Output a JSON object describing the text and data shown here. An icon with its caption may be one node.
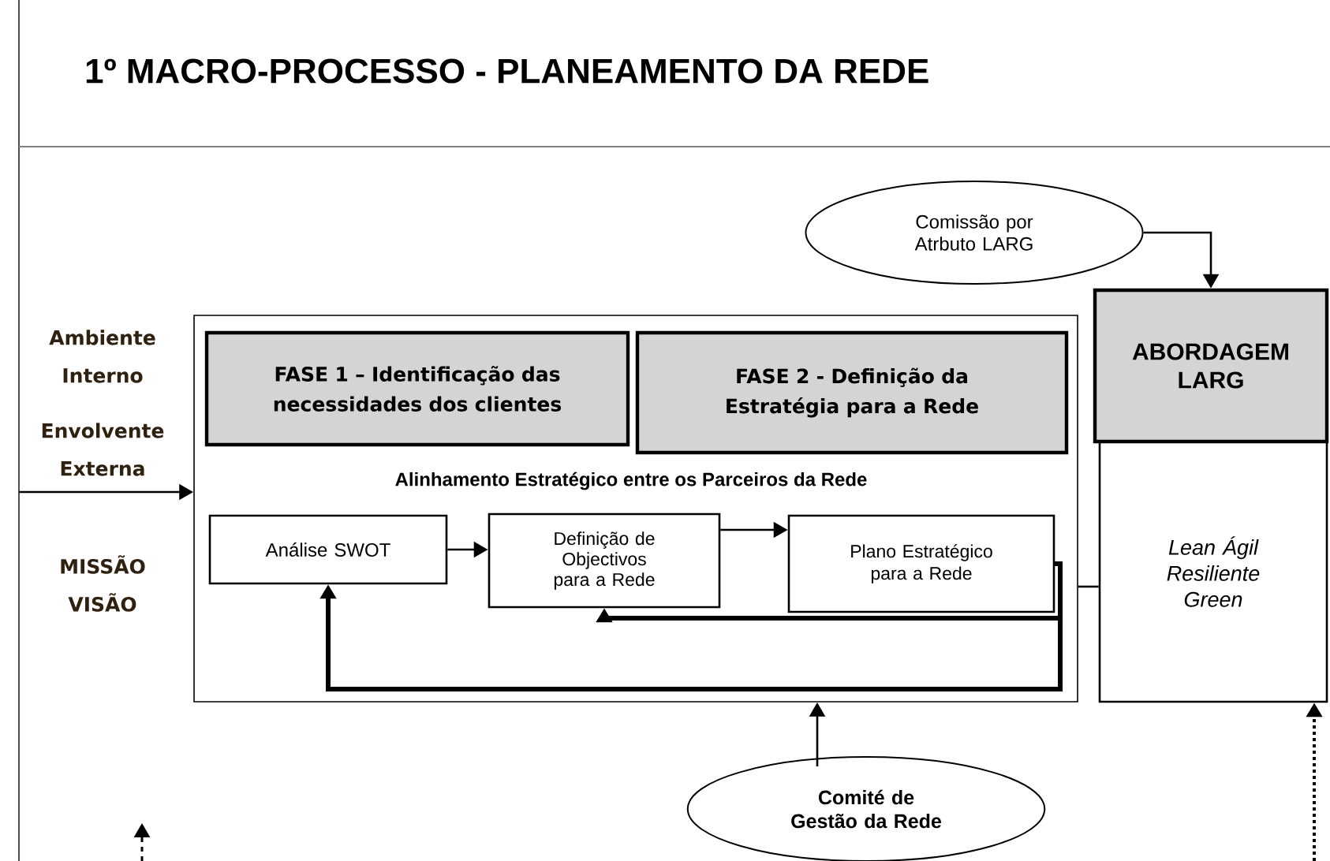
{
  "diagram": {
    "title": "1º MACRO-PROCESSO - PLANEAMENTO DA REDE",
    "nodes": [
      {
        "text": [
          "Alinhamento Estratégico entre os Parceiros da Rede"
        ]
      },
      {
        "text": [
          "FASE 1 – Identificação das necessidades dos clientes"
        ],
        "in": 0
      },
      {
        "text": [
          "FASE 2 -  Definição da Estratégia para a Rede"
        ],
        "in": 0
      },
      {
        "text": [
          "Análise SWOT"
        ],
        "in": 0
      },
      {
        "text": [
          "Definição de Objectivos para a Rede"
        ],
        "in": 0
      },
      {
        "text": [
          "Plano Estratégico para a Rede"
        ],
        "in": 0
      },
      {
        "text": [
          "Comissão por Atrbuto LARG"
        ]
      },
      {
        "text": [
          "ABORDAGEM LARG"
        ]
      },
      {
        "text": [
          "Lean Ágil Resiliente Green"
        ]
      },
      {
        "text": [
          "Comité de Gestão da Rede"
        ]
      }
    ],
    "edges": [
      {
        "from": null,
        "to": 0,
        "arrow": "to"
      },
      {
        "from": 3,
        "to": 4,
        "arrow": "to"
      },
      {
        "from": 4,
        "to": 5,
        "arrow": "to"
      },
      {
        "from": 5,
        "to": 4,
        "arrow": "to",
        "style": "thick"
      },
      {
        "from": 5,
        "to": 3,
        "arrow": "to",
        "style": "thick"
      },
      {
        "from": 6,
        "to": 7,
        "arrow": "to"
      },
      {
        "from": 0,
        "to": 8,
        "arrow": "none"
      },
      {
        "from": 9,
        "to": 0,
        "arrow": "to"
      },
      {
        "from": null,
        "to": 8,
        "arrow": "to",
        "style": "dashed"
      }
    ],
    "labels": [
      "Ambiente Interno",
      "Envolvente Externa",
      "MISSÃO VISÃO"
    ]
  }
}
